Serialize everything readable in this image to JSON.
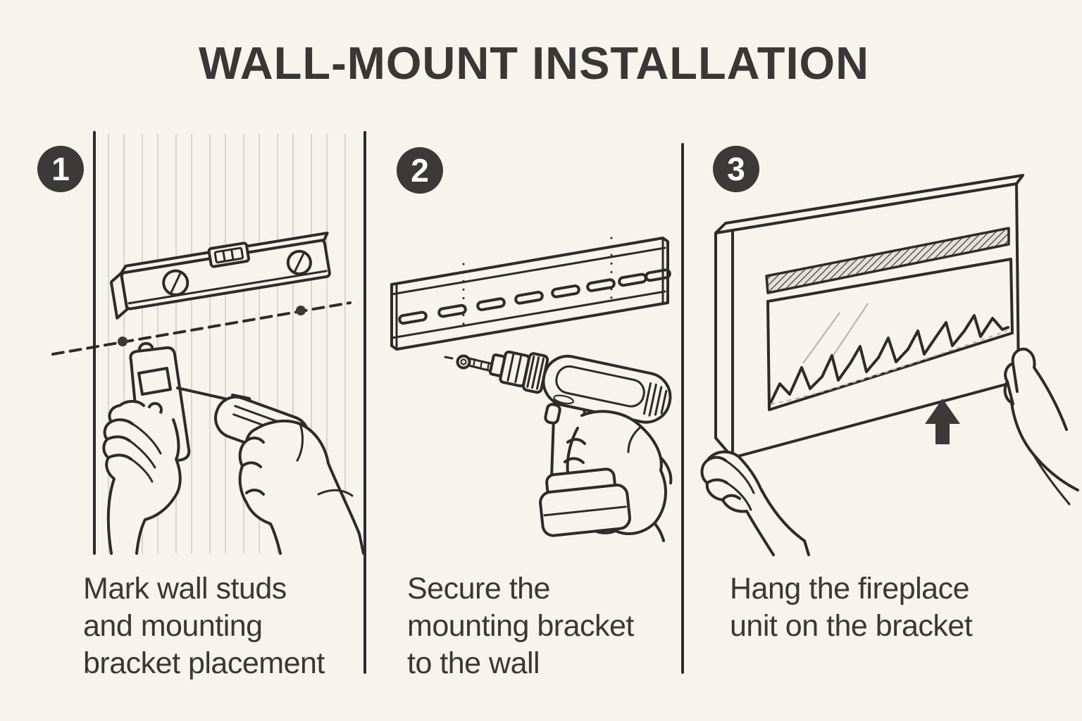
{
  "title": "WALL-MOUNT INSTALLATION",
  "colors": {
    "background": "#F7F4EE",
    "line": "#2D2C29",
    "badge_fill": "#3B3A37",
    "badge_text": "#FFFFFF",
    "stud_line": "#D9D6CF",
    "caption_text": "#393834"
  },
  "steps": [
    {
      "number": "1",
      "caption_lines": [
        "Mark wall studs",
        "and mounting",
        "bracket placement"
      ]
    },
    {
      "number": "2",
      "caption_lines": [
        "Secure the",
        "mounting bracket",
        "to the wall"
      ]
    },
    {
      "number": "3",
      "caption_lines": [
        "Hang the fireplace",
        "unit on the bracket"
      ]
    }
  ]
}
